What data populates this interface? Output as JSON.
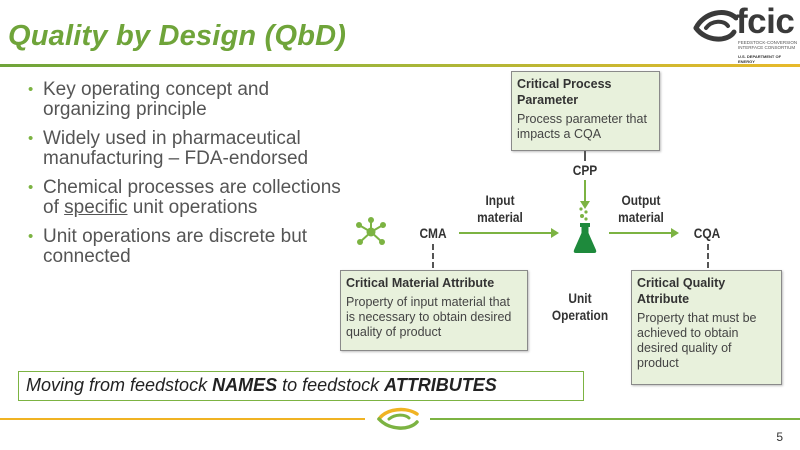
{
  "slide": {
    "title": "Quality by Design (QbD)",
    "page_number": "5"
  },
  "logo": {
    "wordmark": "fcic",
    "subtitle": "Feedstock-Conversion Interface Consortium",
    "agency": "U.S. Department of Energy"
  },
  "bullets": [
    {
      "text": "Key operating concept and organizing principle"
    },
    {
      "text": "Widely used in pharmaceutical manufacturing – FDA-endorsed"
    },
    {
      "pre": "Chemical processes are collections of ",
      "underlined": "specific",
      "post": " unit operations"
    },
    {
      "text": "Unit operations are discrete but connected"
    }
  ],
  "diagram": {
    "cpp_box": {
      "title": "Critical Process Parameter",
      "body": "Process parameter that impacts a CQA"
    },
    "cma_box": {
      "title": "Critical Material Attribute",
      "body": "Property of input material that is necessary to obtain desired quality of product"
    },
    "cqa_box": {
      "title": "Critical Quality Attribute",
      "body": "Property that must be achieved to obtain desired quality of product"
    },
    "labels": {
      "cpp": "CPP",
      "cma": "CMA",
      "cqa": "CQA",
      "input_line1": "Input",
      "input_line2": "material",
      "output_line1": "Output",
      "output_line2": "material",
      "unit_line1": "Unit",
      "unit_line2": "Operation"
    },
    "icons": {
      "material": "molecule-icon",
      "unit_operation": "flask-icon"
    },
    "colors": {
      "accent_green": "#7cb342",
      "dark_green": "#1e8a3c",
      "box_fill": "#e8f1dc"
    }
  },
  "callout": {
    "pre": "Moving from feedstock ",
    "bold1": "NAMES",
    "mid": " to feedstock ",
    "bold2": "ATTRIBUTES"
  },
  "theme": {
    "title_green": "#6fa43a",
    "gold": "#f0b323"
  }
}
